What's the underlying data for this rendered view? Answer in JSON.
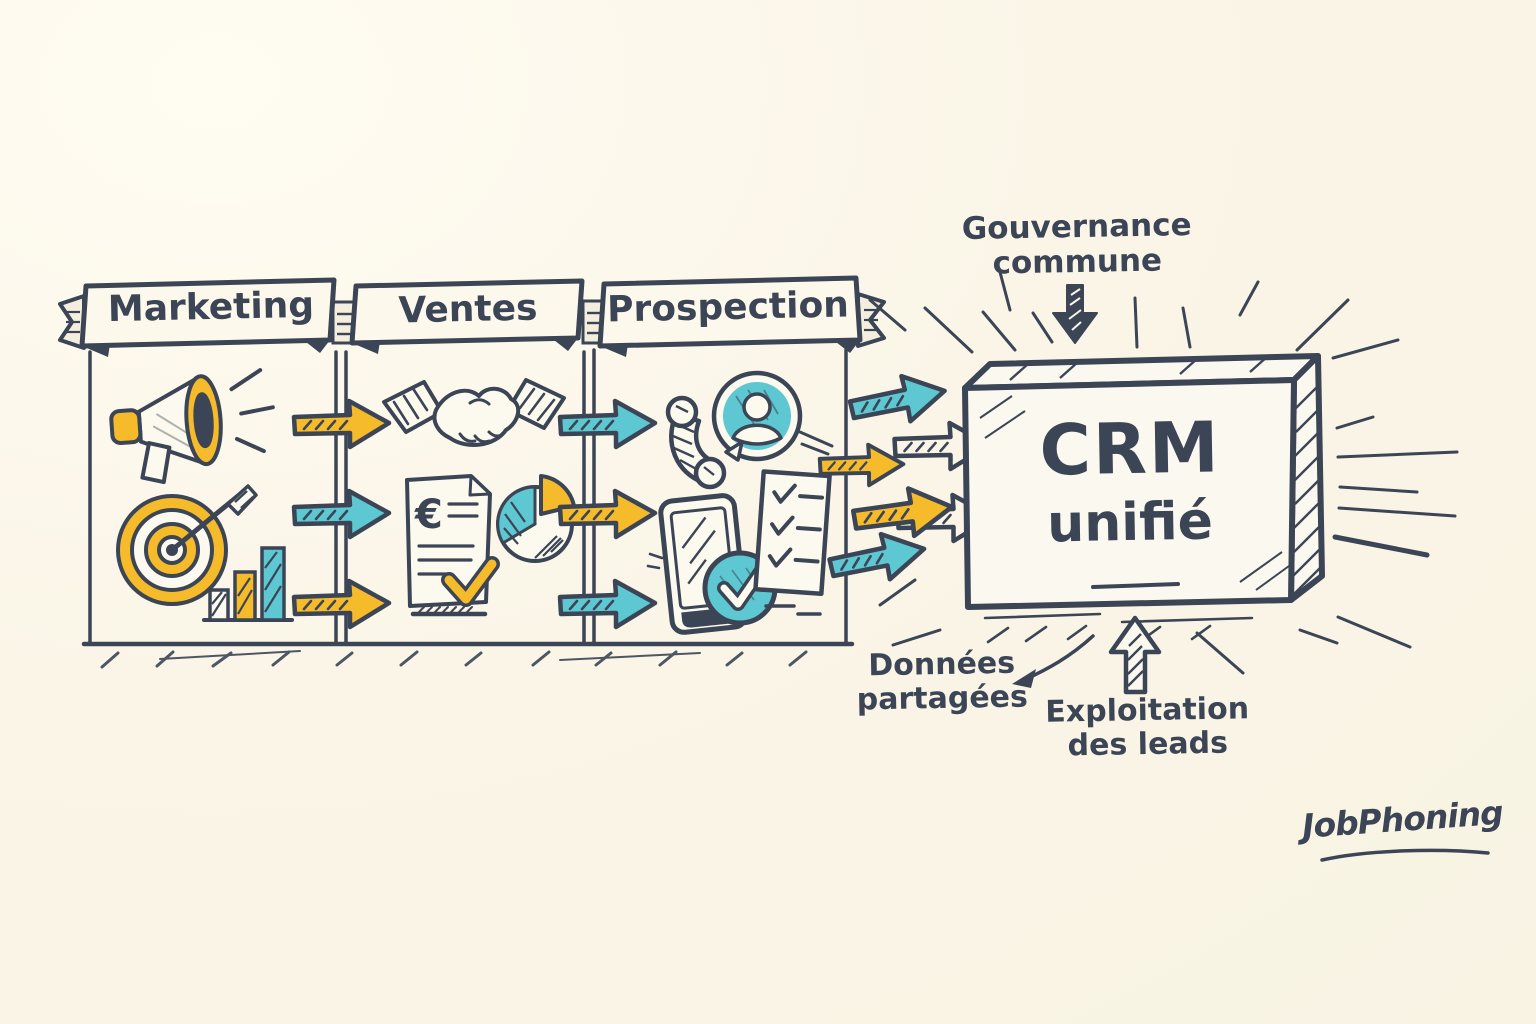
{
  "colors": {
    "background": "#FAF5E7",
    "ink": "#3B4555",
    "yellow": "#F6BB2B",
    "teal": "#5EC8D2"
  },
  "columns": [
    {
      "label": "Marketing",
      "icons": [
        "megaphone-icon",
        "target-icon",
        "bar-chart-icon"
      ]
    },
    {
      "label": "Ventes",
      "icons": [
        "handshake-icon",
        "invoice-icon",
        "pie-chart-icon"
      ]
    },
    {
      "label": "Prospection",
      "icons": [
        "phone-icon",
        "contact-icon",
        "smartphone-icon",
        "checklist-icon"
      ]
    }
  ],
  "invoice_currency": "€",
  "crm_box": {
    "title": "CRM",
    "subtitle": "unifié"
  },
  "annotations": {
    "top": "Gouvernance commune",
    "bottom_left": "Données partagées",
    "bottom_right": "Exploitation des leads"
  },
  "flows": {
    "marketing_to_ventes": [
      "yellow",
      "teal",
      "yellow"
    ],
    "ventes_to_prospection": [
      "teal",
      "yellow",
      "teal"
    ],
    "prospection_to_crm": [
      "teal",
      "yellow",
      "yellow",
      "teal"
    ]
  },
  "logo": "JobPhoning"
}
